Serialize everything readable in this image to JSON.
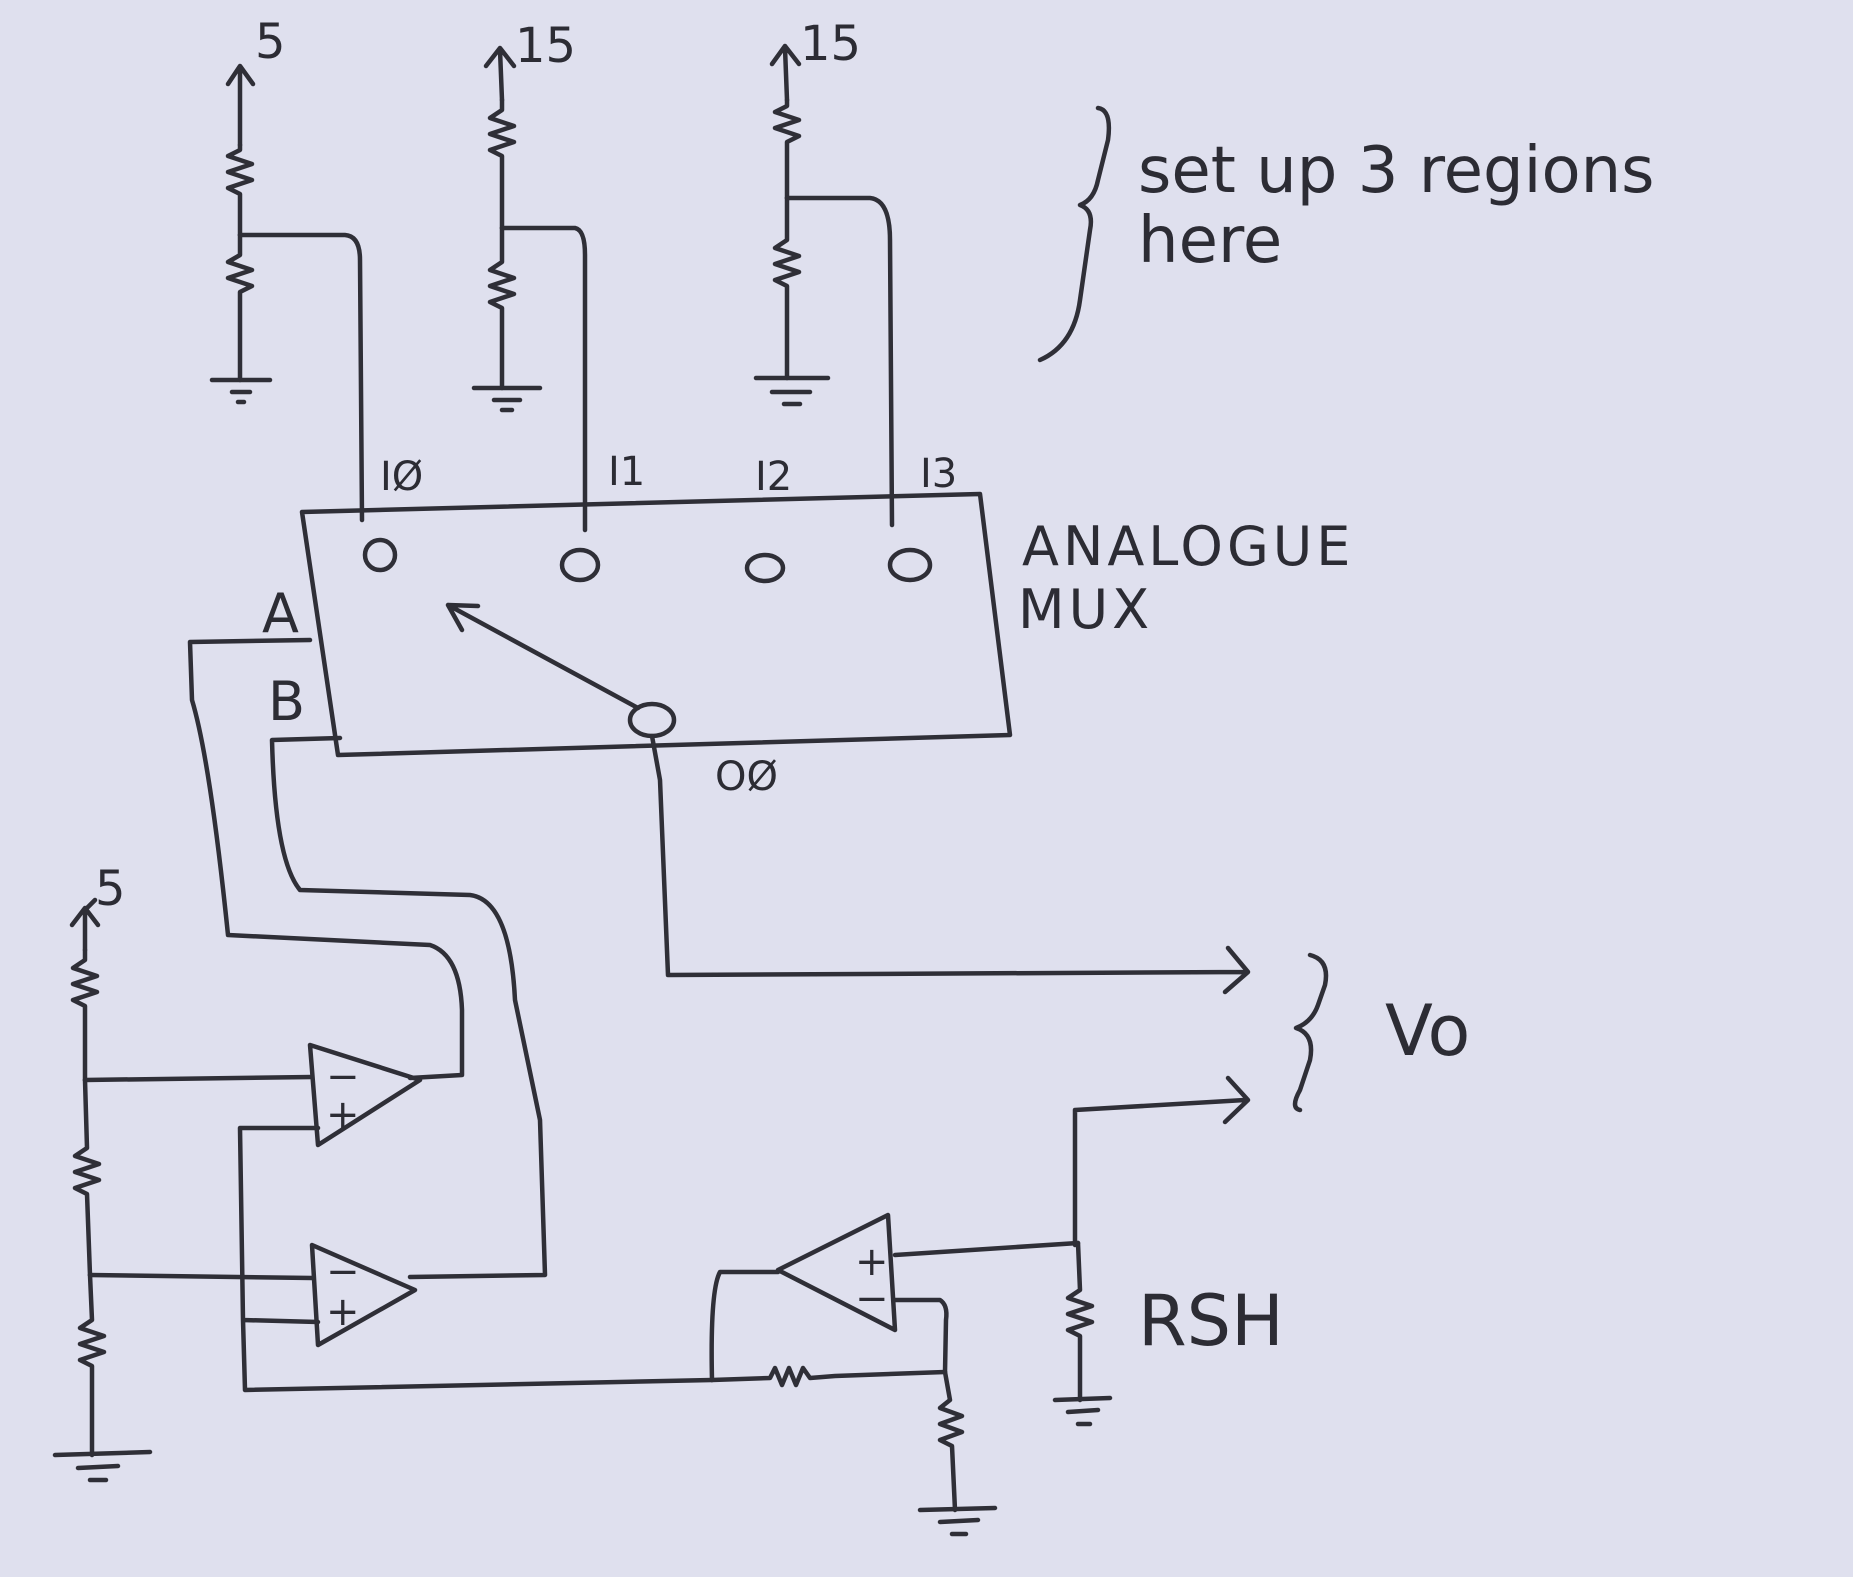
{
  "supplies": {
    "left": "5",
    "mid": "15",
    "right": "15",
    "lower_left": "5"
  },
  "mux": {
    "label_line1": "ANALOGUE",
    "label_line2": "MUX",
    "inputs": [
      "IØ",
      "I1",
      "I2",
      "I3"
    ],
    "output": "OØ",
    "select_a": "A",
    "select_b": "B"
  },
  "note": {
    "line1": "set up  3 regions",
    "line2": "here"
  },
  "output_label": "Vo",
  "sense_resistor": "RSH",
  "opamp_signs": {
    "minus": "−",
    "plus": "+"
  }
}
